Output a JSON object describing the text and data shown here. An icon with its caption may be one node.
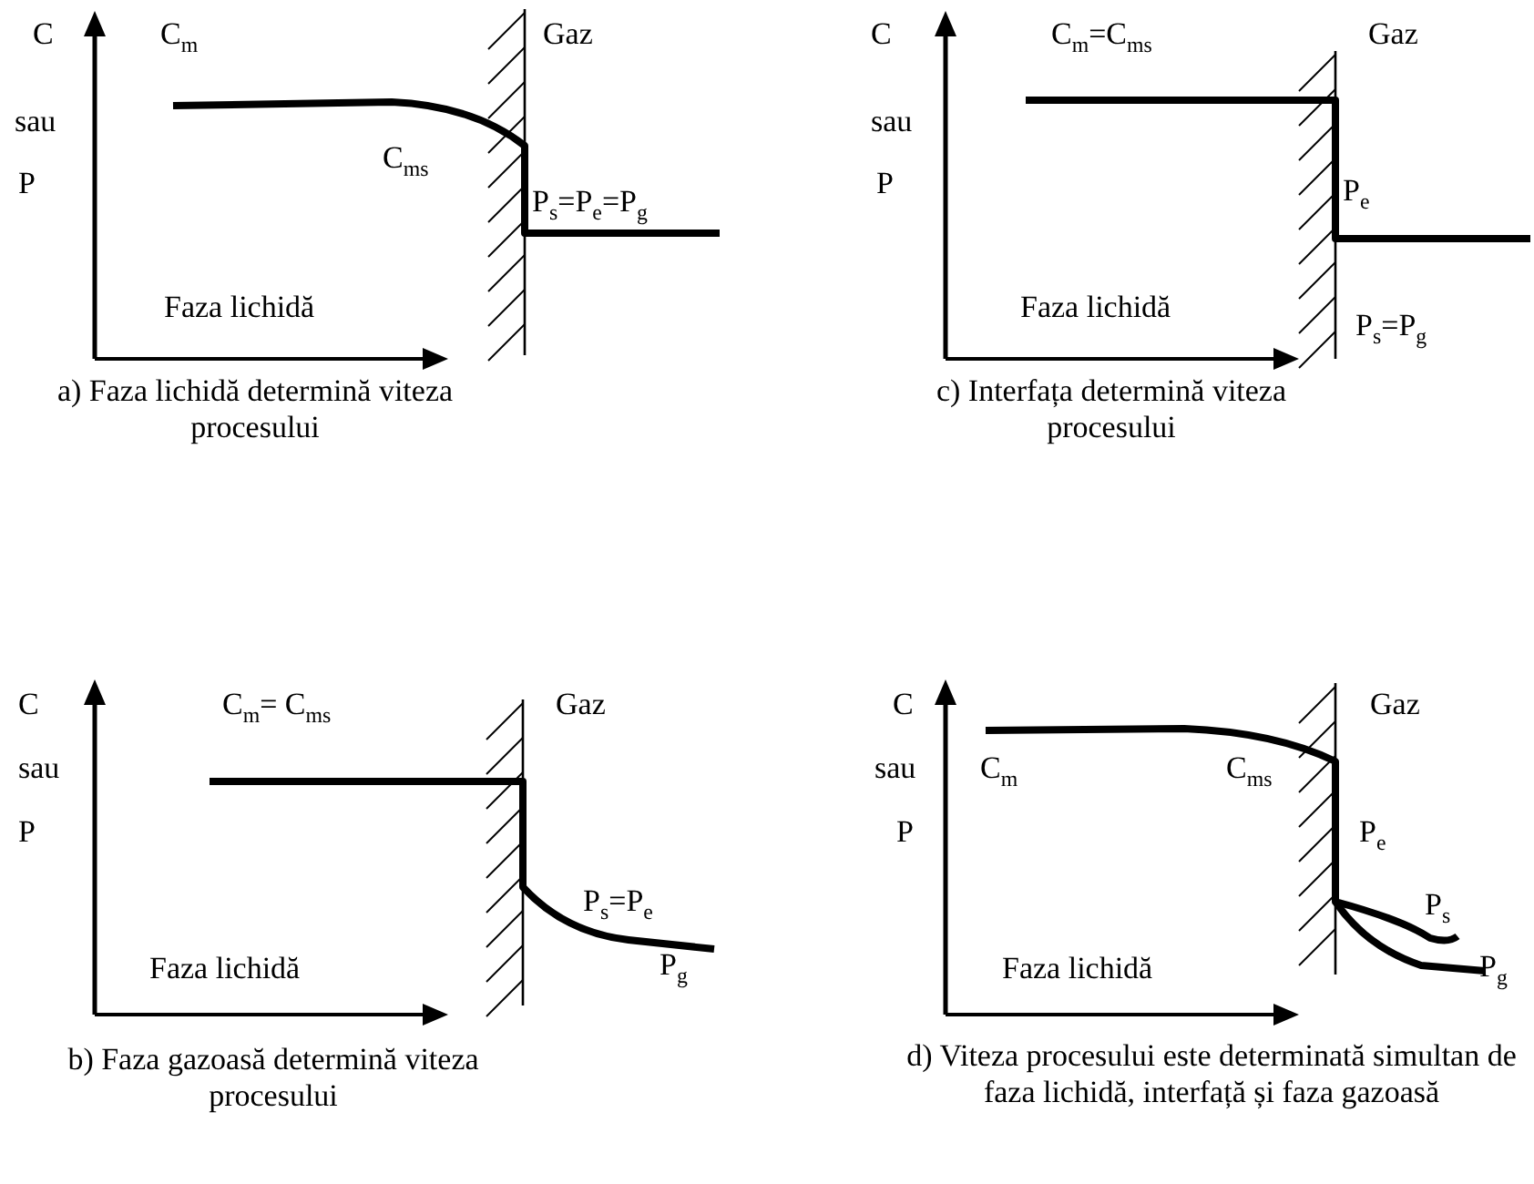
{
  "diagram": {
    "labels": [
      "C",
      "C$_{m}$",
      "Gaz",
      "sau",
      "C$_{ms}$",
      "P",
      "P$_{s}$=P$_{e}$=P$_{g}$",
      "Faza lichidă",
      "a) Faza lichidă determină viteza procesului",
      "C",
      "C$_{m}$=C$_{ms}$",
      "Gaz",
      "sau",
      "P",
      "P$_{e}$",
      "Faza lichidă",
      "P$_{s}$=P$_{g}$",
      "c) Interfața determină viteza procesului",
      "C",
      "C$_{m}$= C$_{ms}$",
      "Gaz",
      "sau",
      "P",
      "P$_{s}$=P$_{e}$",
      "Faza lichidă",
      "P$_{g}$",
      "b) Faza gazoasă determină viteza procesului",
      "C",
      "Gaz",
      "sau",
      "C$_{m}$",
      "C$_{ms}$",
      "P",
      "P$_{e}$",
      "P$_{s}$",
      "Faza lichidă",
      "P$_{g}$",
      "d) Viteza procesului este determinată simultan de faza lichidă, interfață și faza gazoasă"
    ]
  }
}
